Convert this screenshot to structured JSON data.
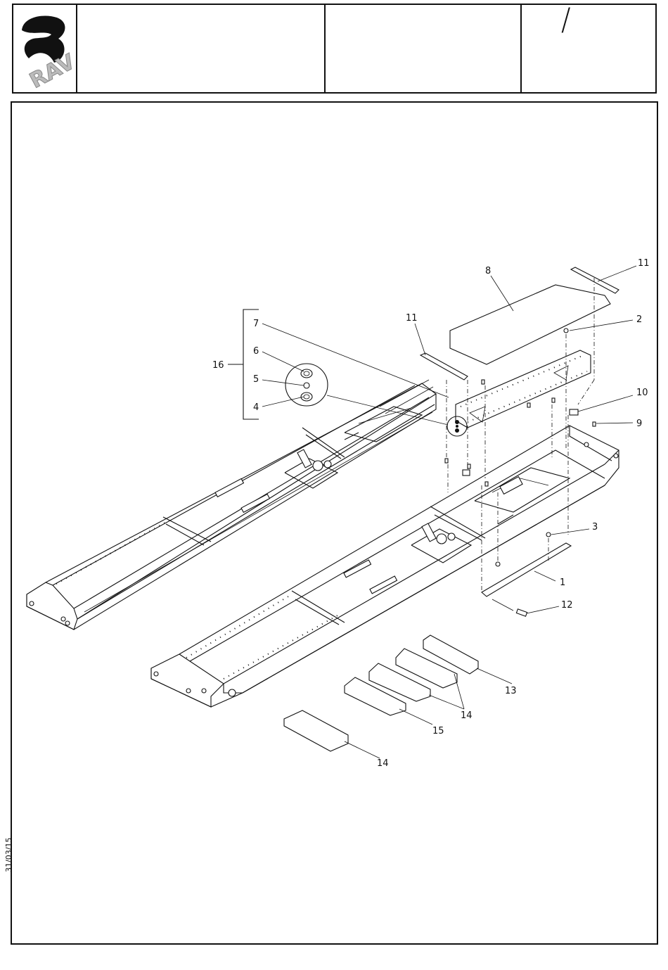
{
  "header": {
    "logo_text": "RAV",
    "slash_mark": "/"
  },
  "footer": {
    "date": "31/03/15"
  },
  "diagram": {
    "labels": {
      "l1": "1",
      "l2": "2",
      "l3": "3",
      "l4": "4",
      "l5": "5",
      "l6": "6",
      "l7": "7",
      "l8": "8",
      "l9": "9",
      "l10": "10",
      "l11a": "11",
      "l11b": "11",
      "l12": "12",
      "l13": "13",
      "l14a": "14",
      "l14b": "14",
      "l15": "15",
      "l16": "16"
    }
  }
}
